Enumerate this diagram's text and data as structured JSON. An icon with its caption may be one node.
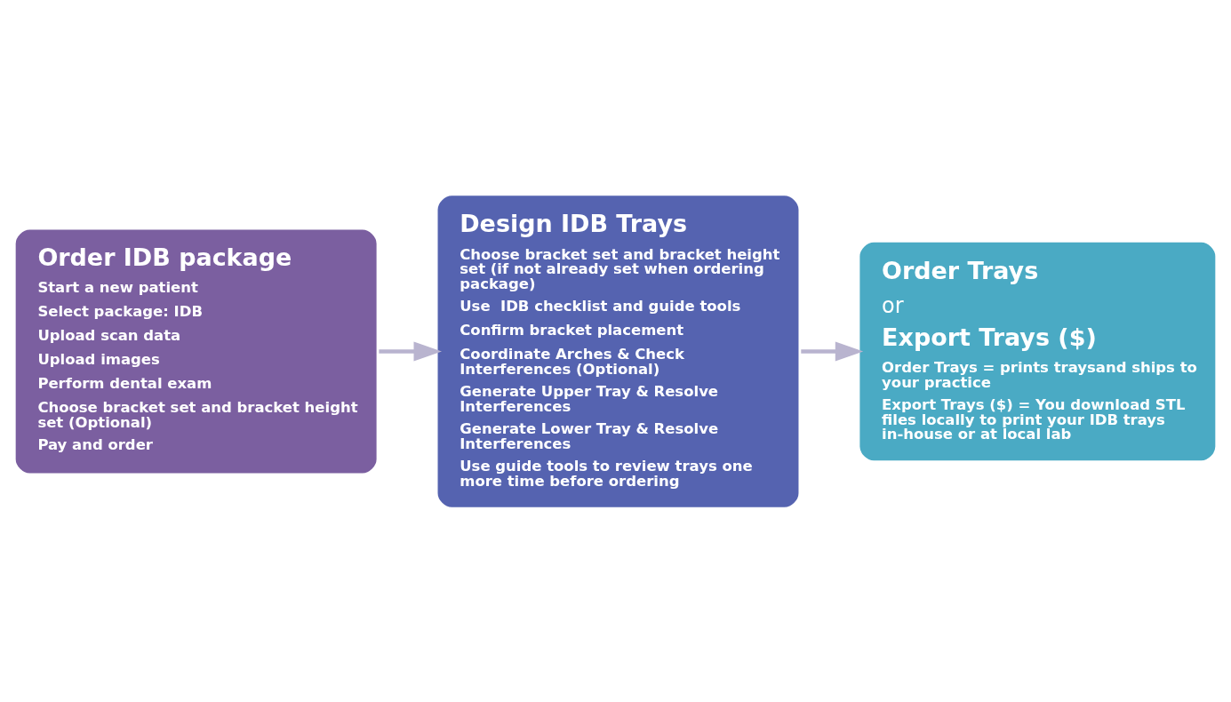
{
  "diagram": {
    "nodes": [
      {
        "text": [
          "Order IDB package",
          "Start a new patient",
          "Select package: IDB",
          "Upload scan data",
          "Upload images",
          "Perform dental exam",
          "Choose bracket set and bracket height set (Optional)",
          "Pay and order"
        ]
      },
      {
        "text": [
          "Design IDB Trays",
          "Choose bracket set and bracket height set (if not already set when ordering package)",
          "Use  IDB checklist and guide tools",
          "Confirm bracket placement",
          "Coordinate Arches & Check Interferences (Optional)",
          "Generate Upper Tray & Resolve Interferences",
          "Generate Lower Tray & Resolve Interferences",
          "Use guide tools to review trays one more time before ordering"
        ]
      },
      {
        "text": [
          "Order Trays",
          "or",
          "Export Trays ($)",
          "Order Trays = prints traysand ships to your practice",
          "Export Trays ($) = You download STL files locally to print your IDB trays in-house or at local lab"
        ]
      }
    ],
    "edges": [
      {
        "from": 0,
        "to": 1,
        "arrow": "to"
      },
      {
        "from": 1,
        "to": 2,
        "arrow": "to"
      }
    ]
  }
}
